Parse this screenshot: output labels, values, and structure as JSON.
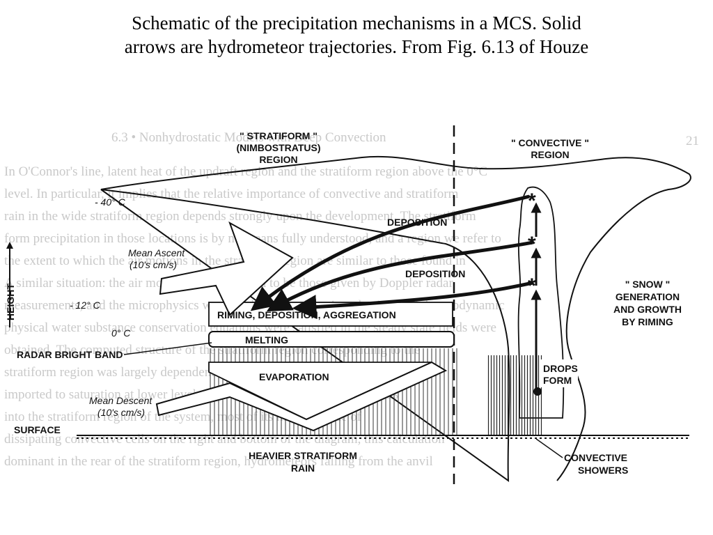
{
  "slide": {
    "title_line1": "Schematic of the precipitation mechanisms in a MCS.  Solid",
    "title_line2": "arrows are hydrometeor trajectories.  From Fig. 6.13 of Houze"
  },
  "figure": {
    "stratiform_header": [
      "\" STRATIFORM \"",
      "(NIMBOSTRATUS)",
      "REGION"
    ],
    "convective_header": [
      "\" CONVECTIVE \"",
      "REGION"
    ],
    "y_axis_label": "HEIGHT",
    "temp_minus40": "- 40° C",
    "temp_minus12": "- 12° C",
    "temp_zero": "0° C",
    "mean_ascent": [
      "Mean Ascent",
      "(10's cm/s)"
    ],
    "mean_descent": [
      "Mean Descent",
      "(10's cm/s)"
    ],
    "deposition_upper": "DEPOSITION",
    "deposition_lower": "DEPOSITION",
    "riming_label": "RIMING, DEPOSITION, AGGREGATION",
    "melting": "MELTING",
    "radar_bright_band": "RADAR BRIGHT BAND",
    "evaporation": "EVAPORATION",
    "surface": "SURFACE",
    "heavier_rain": [
      "HEAVIER STRATIFORM",
      "RAIN"
    ],
    "snow_label": [
      "\" SNOW \"",
      "GENERATION",
      "AND GROWTH",
      "BY RIMING"
    ],
    "drops_form": [
      "DROPS",
      "FORM"
    ],
    "convective_showers": [
      "CONVECTIVE",
      "SHOWERS"
    ]
  },
  "background_text": {
    "header_fragment": "6.3 • Nonhydrostatic Models with Deep Convection",
    "page_num": "21",
    "lines": [
      "In O'Connor's line, latent heat of the updraft region and the stratiform region above the 0°C",
      "level. In particular, it implies that the relative importance of convective and stratiform",
      "rain in the wide stratiform region depends strongly upon the development. The stratiform",
      "form precipitation in those locations is by no means fully understood, and a region we refer to",
      "the extent to which the air motions in the stratiform region are similar to those found in",
      "A similar situation: the air motions were assumed to be those given by Doppler radar",
      "measurements, and the microphysics were made so that the microphysical and thermodynamic",
      "physical water substance conservation equations were satisfied in the steady state fields were",
      "obtained. The computed structure of the stratiform region corresponding to the",
      "stratiform region was largely dependent on the convective region and the heaviest",
      "imported to saturation at lower levels, so the stratiform region calculations",
      "into the stratiform region of the system, most of its mass is made of",
      "dissipating convective cells on the right and bottom of the diagram, this calculation",
      "dominant in the rear of the stratiform region, hydrometeors falling from the anvil"
    ]
  }
}
